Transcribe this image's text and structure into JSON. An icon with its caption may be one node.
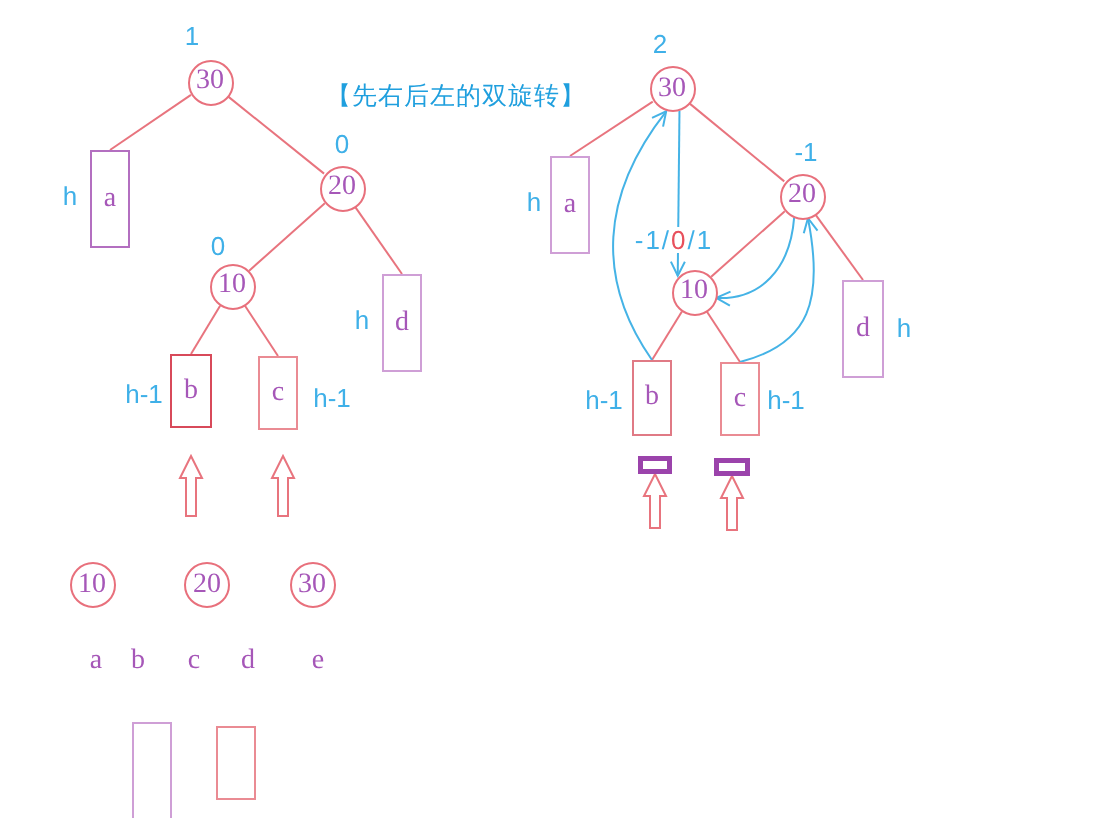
{
  "diagram": {
    "title": "【先右后左的双旋转】",
    "nodes": [
      {
        "text": [
          "30"
        ],
        "beside": [
          "1"
        ]
      },
      {
        "text": [
          "a"
        ],
        "beside": [
          "h"
        ]
      },
      {
        "text": [
          "20"
        ],
        "beside": [
          "0"
        ]
      },
      {
        "text": [
          "10"
        ],
        "beside": [
          "0"
        ]
      },
      {
        "text": [
          "d"
        ],
        "beside": [
          "h"
        ]
      },
      {
        "text": [
          "b"
        ],
        "beside": [
          "h-1"
        ]
      },
      {
        "text": [
          "c"
        ],
        "beside": [
          "h-1"
        ]
      },
      {
        "text": [
          "30"
        ],
        "beside": [
          "2"
        ]
      },
      {
        "text": [
          "a"
        ],
        "beside": [
          "h"
        ]
      },
      {
        "text": [
          "20"
        ],
        "beside": [
          "-1"
        ]
      },
      {
        "text": [
          "10"
        ],
        "beside": [
          "-1/0/1"
        ]
      },
      {
        "text": [
          "d"
        ],
        "beside": [
          "h"
        ]
      },
      {
        "text": [
          "b"
        ],
        "beside": [
          "h-1"
        ]
      },
      {
        "text": [
          "c"
        ],
        "beside": [
          "h-1"
        ]
      },
      {
        "text": [],
        "shape": "box"
      },
      {
        "text": [],
        "shape": "box"
      },
      {
        "text": [
          "10"
        ]
      },
      {
        "text": [
          "20"
        ]
      },
      {
        "text": [
          "30"
        ]
      },
      {
        "text": [],
        "shape": "box"
      },
      {
        "text": [],
        "shape": "box"
      }
    ],
    "edges": [
      {
        "from": 0,
        "to": 1,
        "arrow": "none"
      },
      {
        "from": 0,
        "to": 2,
        "arrow": "none"
      },
      {
        "from": 2,
        "to": 3,
        "arrow": "none"
      },
      {
        "from": 2,
        "to": 4,
        "arrow": "none"
      },
      {
        "from": 3,
        "to": 5,
        "arrow": "none"
      },
      {
        "from": 3,
        "to": 6,
        "arrow": "none"
      },
      {
        "from": null,
        "to": 5,
        "arrow": "to",
        "style": "thick"
      },
      {
        "from": null,
        "to": 6,
        "arrow": "to",
        "style": "thick"
      },
      {
        "from": 7,
        "to": 8,
        "arrow": "none"
      },
      {
        "from": 7,
        "to": 9,
        "arrow": "none"
      },
      {
        "from": 9,
        "to": 10,
        "arrow": "none"
      },
      {
        "from": 9,
        "to": 11,
        "arrow": "none"
      },
      {
        "from": 10,
        "to": 12,
        "arrow": "none"
      },
      {
        "from": 10,
        "to": 13,
        "arrow": "none"
      },
      {
        "from": 12,
        "to": 7,
        "arrow": "to",
        "color": "#45b3e6"
      },
      {
        "from": 7,
        "to": 10,
        "arrow": "to",
        "color": "#45b3e6"
      },
      {
        "from": 9,
        "to": 10,
        "arrow": "to",
        "color": "#45b3e6"
      },
      {
        "from": 13,
        "to": 9,
        "arrow": "to",
        "color": "#45b3e6"
      },
      {
        "from": null,
        "to": 14,
        "arrow": "to",
        "style": "thick"
      },
      {
        "from": null,
        "to": 15,
        "arrow": "to",
        "style": "thick"
      }
    ],
    "labels": [
      "a",
      "b",
      "c",
      "d",
      "e"
    ]
  }
}
